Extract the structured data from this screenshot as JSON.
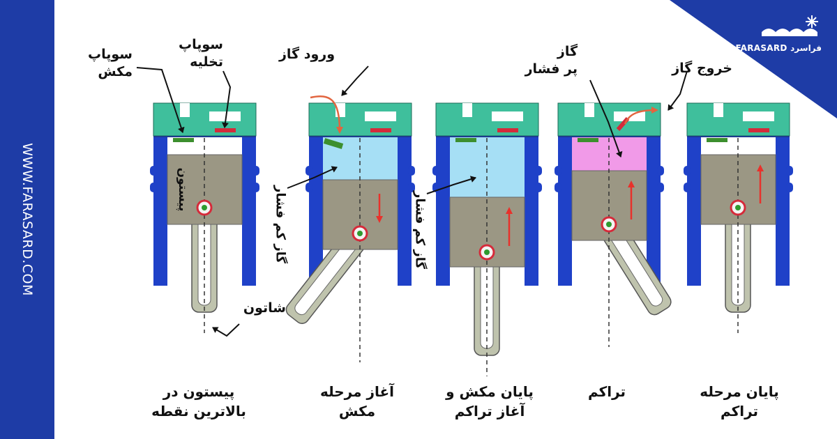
{
  "brand": {
    "url": "WWW.FARASARD.COM",
    "logo_text": "FARASARD فراسرد",
    "colors": {
      "sidebar": "#1e3ca6",
      "cylinder_wall": "#1f41c8",
      "head": "#3fbf9c",
      "piston": "#9b9784",
      "low_pressure_gas": "#a6dff5",
      "high_pressure_gas": "#f19ae8",
      "motion_arrow": "#e8312b",
      "intake_valve": "#3c8f2e",
      "exhaust_valve": "#d42b3a"
    }
  },
  "labels": {
    "intake_valve": "سوپاپ\nمکش",
    "exhaust_valve": "سوپاپ\nتخلیه",
    "piston": "پیستون",
    "connecting_rod": "شاتون",
    "gas_inlet": "ورود گاز",
    "low_pressure_gas": "گاز کم فشار",
    "high_pressure_gas": "گاز\nپر فشار",
    "gas_outlet": "خروج گاز"
  },
  "captions": [
    "پیستون در\nبالاترین نقطه",
    "آغاز مرحله\nمکش",
    "پایان مکش و\nآغاز تراکم",
    "تراکم",
    "پایان مرحله\nتراکم"
  ]
}
